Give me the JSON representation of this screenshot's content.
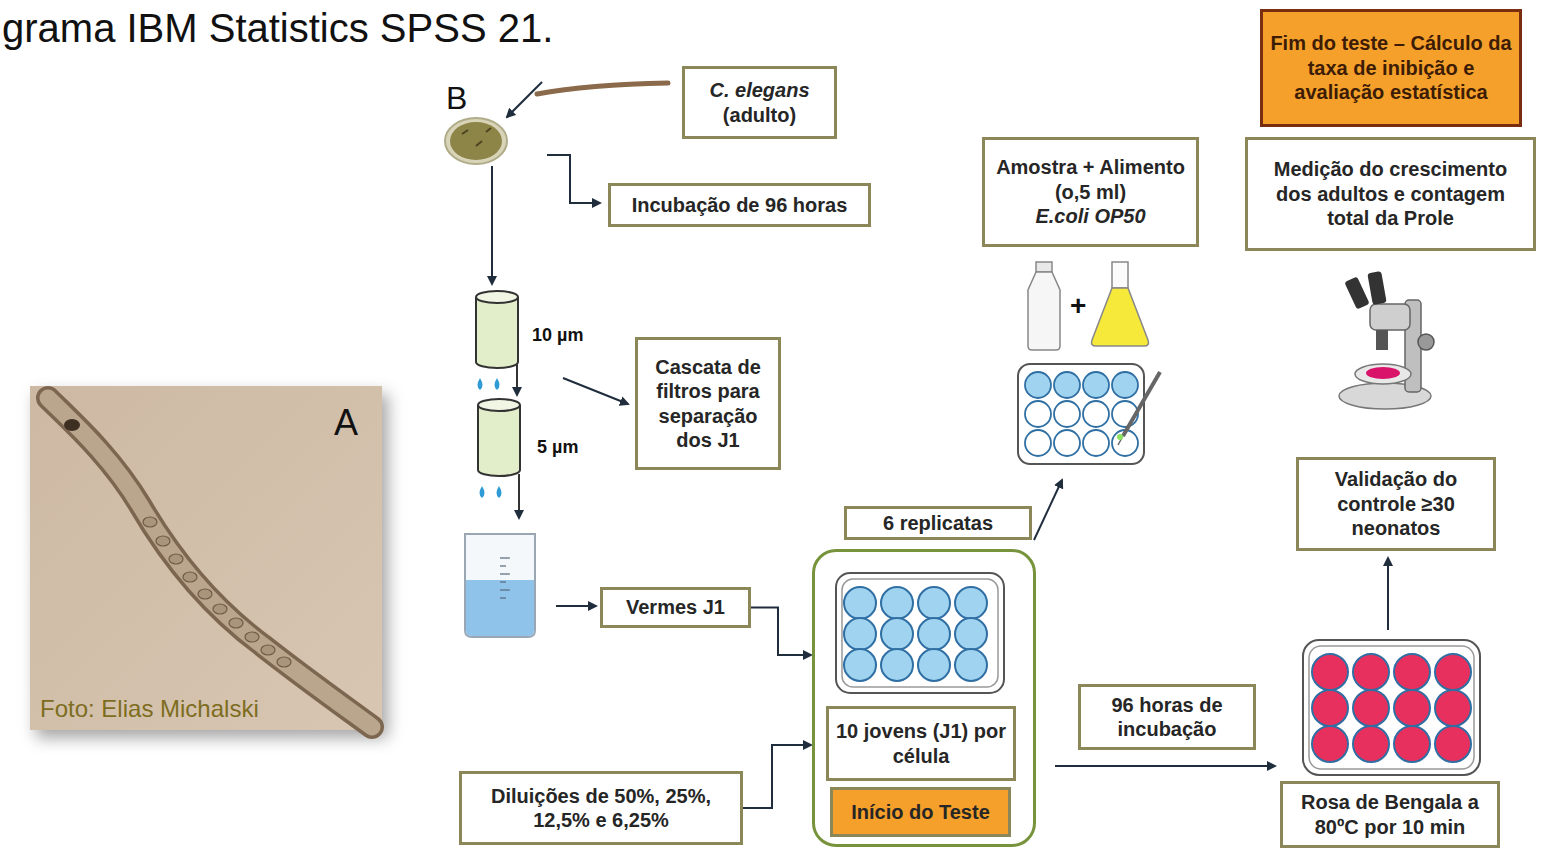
{
  "diagram": {
    "nodes": [
      {
        "text": [
          "C. elegans",
          "(adulto)"
        ]
      },
      {
        "text": [
          "Incubação de 96 horas"
        ]
      },
      {
        "text": [
          "Cascata de filtros para separação dos J1"
        ]
      },
      {
        "text": [
          "Vermes J1"
        ]
      },
      {
        "text": [
          "6 replicatas"
        ]
      },
      {
        "text": [
          "10 jovens (J1) por célula"
        ],
        "in": 4
      },
      {
        "text": [
          "Início do Teste"
        ],
        "in": 4
      },
      {
        "text": [
          "Diluições de 50%, 25%, 12,5% e 6,25%"
        ]
      },
      {
        "text": [
          "96 horas de incubação"
        ]
      },
      {
        "text": [
          "Amostra + Alimento (o,5 ml)",
          "E.coli OP50"
        ]
      },
      {
        "text": [
          "Fim do teste – Cálculo da taxa de inibição e avaliação estatística"
        ]
      },
      {
        "text": [
          "Medição do crescimento dos adultos e contagem total da Prole"
        ]
      },
      {
        "text": [
          "Validação do controle ≥30 neonatos"
        ]
      },
      {
        "text": [
          "Rosa de Bengala a 80ºC por 10 min"
        ]
      }
    ],
    "edges": [
      {
        "from": 3,
        "to": 4,
        "arrow": "to"
      },
      {
        "from": 7,
        "to": 4,
        "arrow": "to"
      }
    ],
    "labels": [
      "grama IBM Statistics SPSS 21.",
      "A",
      "Foto: Elias Michalski",
      "B",
      "10 µm",
      "5 µm",
      "+"
    ]
  }
}
